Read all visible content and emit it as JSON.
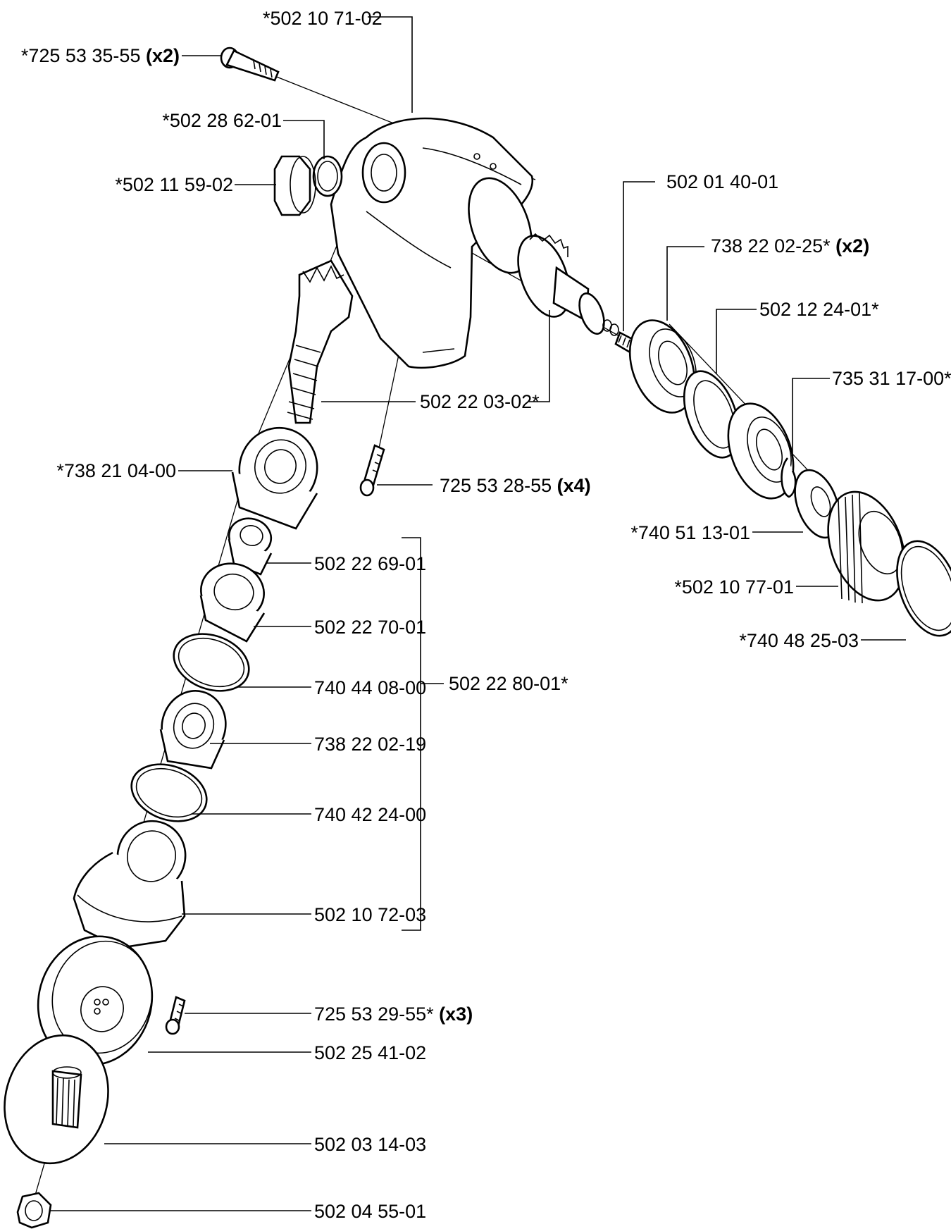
{
  "parts": {
    "housing": {
      "number": "*502 10 71-02",
      "qty": ""
    },
    "screw_top": {
      "number": "*725 53 35-55",
      "qty": "(x2)"
    },
    "oring_top": {
      "number": "*502 28 62-01",
      "qty": ""
    },
    "plug": {
      "number": "*502 11 59-02",
      "qty": ""
    },
    "pin": {
      "number": "502 01 40-01",
      "qty": ""
    },
    "bearing_pair": {
      "number": "738 22 02-25*",
      "qty": "(x2)"
    },
    "spacer_ring": {
      "number": "502 12 24-01*",
      "qty": ""
    },
    "circlip": {
      "number": "735 31 17-00*",
      "qty": ""
    },
    "bevel_gear": {
      "number": "502 22 03-02*",
      "qty": ""
    },
    "bearing_large": {
      "number": "*738 21 04-00",
      "qty": ""
    },
    "screw_housing": {
      "number": "725 53 28-55",
      "qty": "(x4)"
    },
    "seal_washer": {
      "number": "*740 51 13-01",
      "qty": ""
    },
    "end_cap": {
      "number": "*502 10 77-01",
      "qty": ""
    },
    "oring_cap": {
      "number": "*740 48 25-03",
      "qty": ""
    },
    "bushing": {
      "number": "502 22 69-01",
      "qty": ""
    },
    "seal_holder": {
      "number": "502 22 70-01",
      "qty": ""
    },
    "oring_1": {
      "number": "740 44 08-00",
      "qty": ""
    },
    "bearing_small": {
      "number": "738 22 02-19",
      "qty": ""
    },
    "oring_2": {
      "number": "740 42 24-00",
      "qty": ""
    },
    "bearing_housing": {
      "number": "502 10 72-03",
      "qty": ""
    },
    "kit": {
      "number": "502 22 80-01*",
      "qty": ""
    },
    "screw_flange": {
      "number": "725 53 29-55*",
      "qty": "(x3)"
    },
    "flange": {
      "number": "502 25 41-02",
      "qty": ""
    },
    "support_cup": {
      "number": "502 03 14-03",
      "qty": ""
    },
    "nut": {
      "number": "502 04 55-01",
      "qty": ""
    }
  }
}
